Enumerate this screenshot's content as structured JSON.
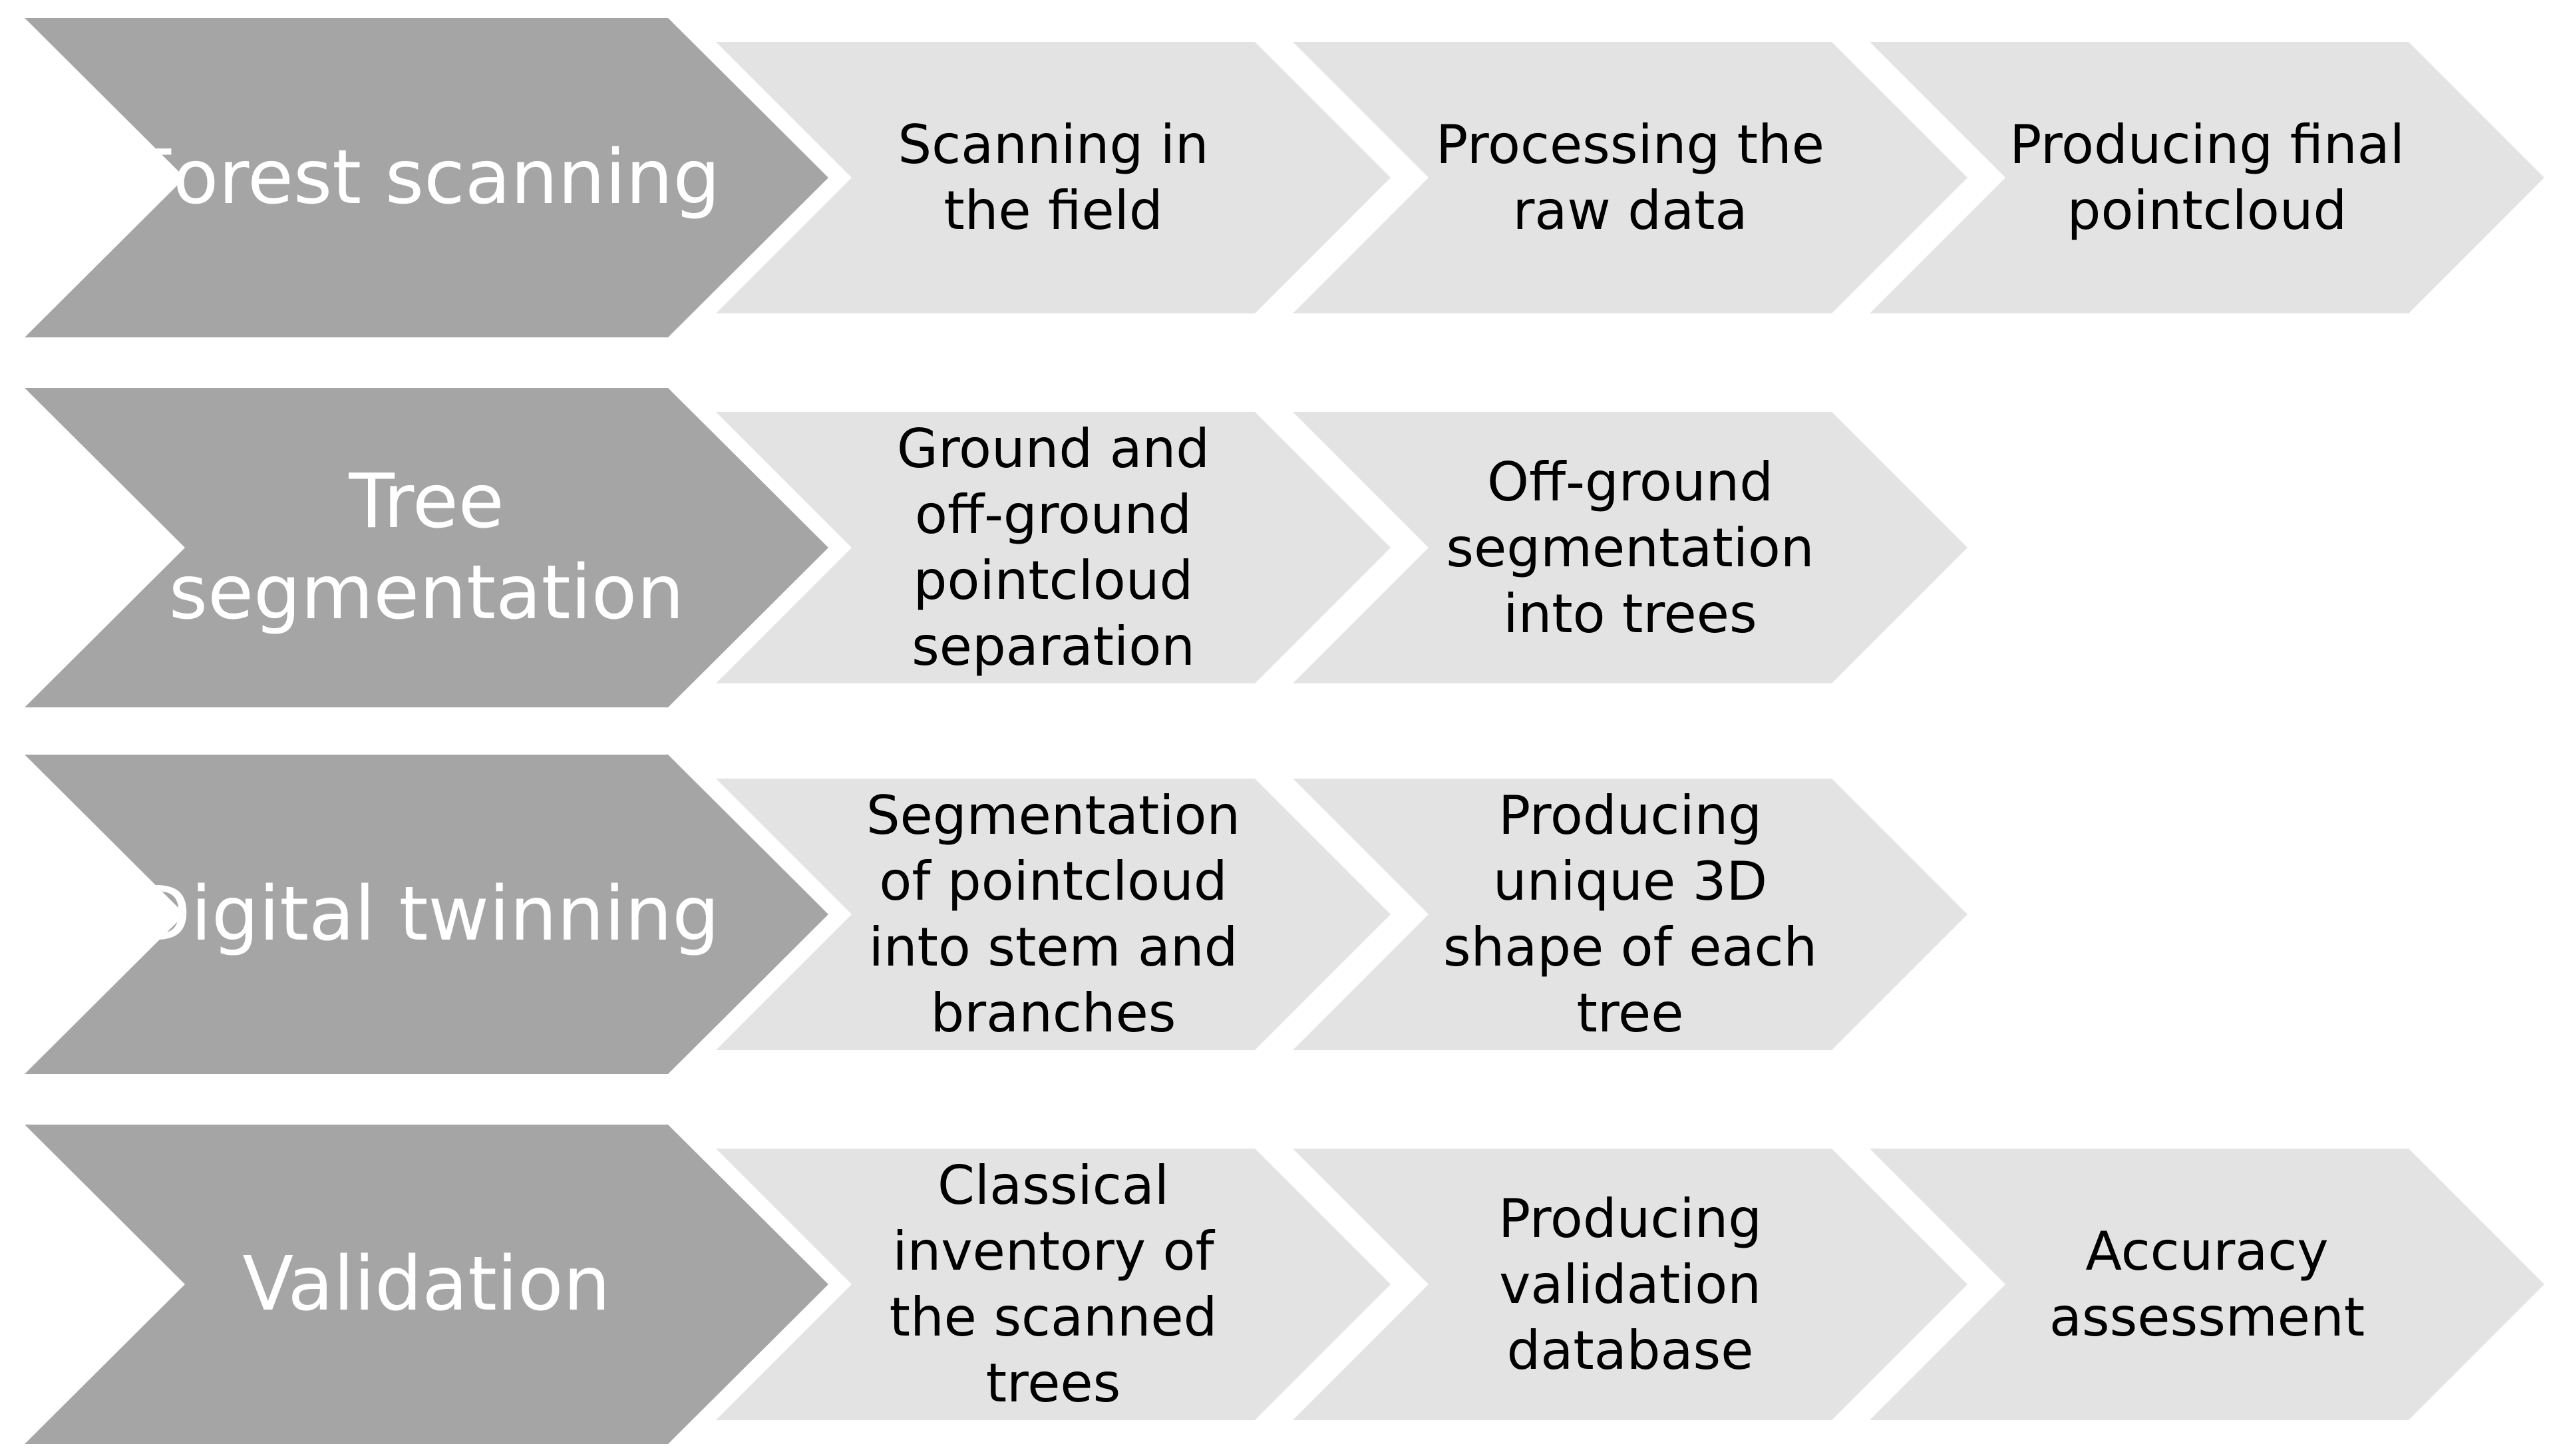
{
  "rows": [
    {
      "title": "Forest scanning",
      "steps": [
        "Scanning in the field",
        "Processing the raw data",
        "Producing final pointcloud"
      ]
    },
    {
      "title": "Tree segmentation",
      "steps": [
        "Ground and off-ground pointcloud separation",
        "Off-ground segmentation into trees"
      ]
    },
    {
      "title": "Digital twinning",
      "steps": [
        "Segmentation of pointcloud into stem and branches",
        "Producing unique 3D shape of each tree"
      ]
    },
    {
      "title": "Validation",
      "steps": [
        "Classical inventory of the scanned trees",
        "Producing validation database",
        "Accuracy assessment"
      ]
    }
  ],
  "colors": {
    "main_fill": "#a5a5a5",
    "main_text": "#ffffff",
    "step_fill": "#e3e3e3",
    "step_text": "#000000"
  }
}
